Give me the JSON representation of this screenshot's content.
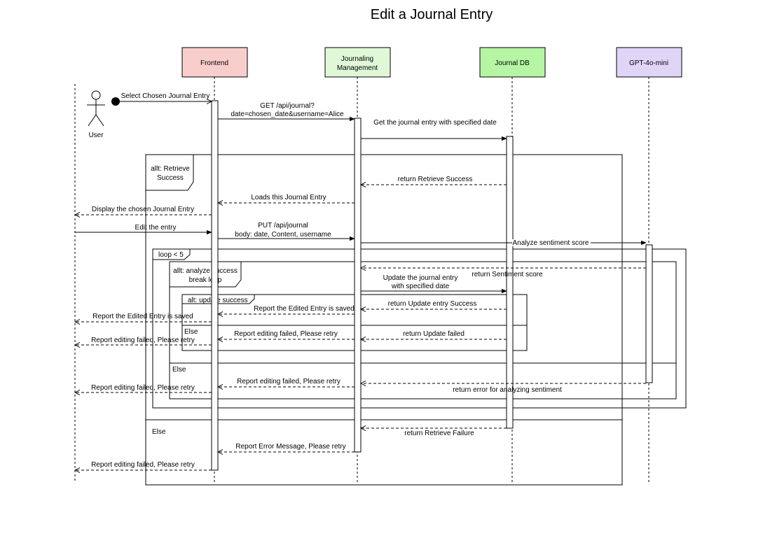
{
  "title": "Edit a Journal Entry",
  "actor": {
    "label": "User"
  },
  "participants": [
    {
      "id": "frontend",
      "label": [
        "Frontend"
      ],
      "color": "#f8cecc"
    },
    {
      "id": "jm",
      "label": [
        "Journaling",
        "Management"
      ],
      "color": "#e0f8d8"
    },
    {
      "id": "db",
      "label": [
        "Journal DB"
      ],
      "color": "#b6f5a3"
    },
    {
      "id": "gpt",
      "label": [
        "GPT-4o-mini"
      ],
      "color": "#e1d5f7"
    }
  ],
  "fragments": {
    "alt_retrieve": [
      "allt: Retrieve",
      "Success"
    ],
    "loop": "loop < 5",
    "alt_analyze": [
      "allt: analyze success",
      "break loop"
    ],
    "alt_update": "alt: update success",
    "else_update": "Else",
    "else_analyze": "Else",
    "else_retrieve": "Else"
  },
  "messages": {
    "m1": [
      "Select Chosen Journal Entry"
    ],
    "m2": [
      "GET /api/journal?",
      "date=chosen_date&username=Alice"
    ],
    "m3": [
      "Get the journal entry with specified date"
    ],
    "m4": [
      "return Retrieve Success"
    ],
    "m5": [
      "Loads this Journal Entry"
    ],
    "m6": [
      "Display the chosen Journal Entry"
    ],
    "m7": [
      "Edit the entry"
    ],
    "m8": [
      "PUT /api/journal",
      "body: date, Content, username"
    ],
    "m9": [
      "Analyze sentiment score"
    ],
    "m10": [
      "return Sentiment score"
    ],
    "m11": [
      "Update the journal entry",
      "with specified date"
    ],
    "m12": [
      "return Update entry Success"
    ],
    "m13": [
      "Report the Edited Entry is saved"
    ],
    "m14": [
      "Report the Edited Entry is saved"
    ],
    "m15": [
      "return Update failed"
    ],
    "m16": [
      "Report editing failed, Please retry"
    ],
    "m17": [
      "Report editing failed, Please retry"
    ],
    "m18": [
      "return error for analyzing sentiment"
    ],
    "m19": [
      "Report editing failed, Please retry"
    ],
    "m20": [
      "Report editing failed, Please retry"
    ],
    "m21": [
      "return Retrieve Failure"
    ],
    "m22": [
      "Report Error Message, Please retry"
    ],
    "m23": [
      "Report editing failed, Please retry"
    ]
  }
}
